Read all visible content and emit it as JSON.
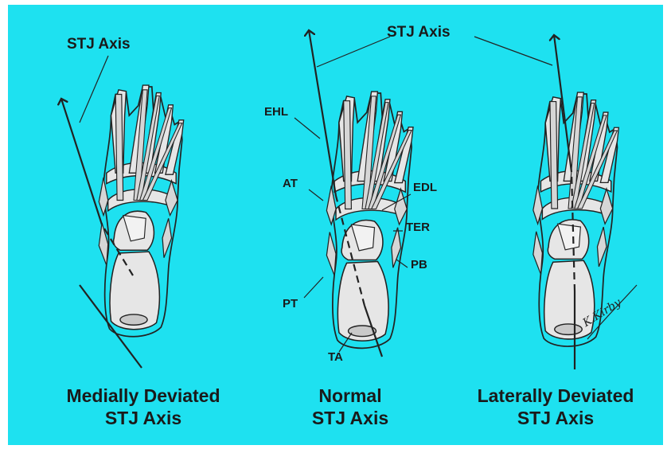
{
  "colors": {
    "background": "#1ee1f0",
    "bone_fill": "#e6e6e6",
    "tendon_fill": "#cfcfcf",
    "outline": "#222222"
  },
  "axis_labels": {
    "left": "STJ Axis",
    "center_right_shared": "STJ Axis"
  },
  "tendon_labels": {
    "ehl": "EHL",
    "at": "AT",
    "edl": "EDL",
    "ter": "TER",
    "pb": "PB",
    "pt": "PT",
    "ta": "TA"
  },
  "captions": {
    "left_line1": "Medially Deviated",
    "left_line2": "STJ Axis",
    "center_line1": "Normal",
    "center_line2": "STJ Axis",
    "right_line1": "Laterally Deviated",
    "right_line2": "STJ Axis"
  },
  "signature": "K.Kirby"
}
